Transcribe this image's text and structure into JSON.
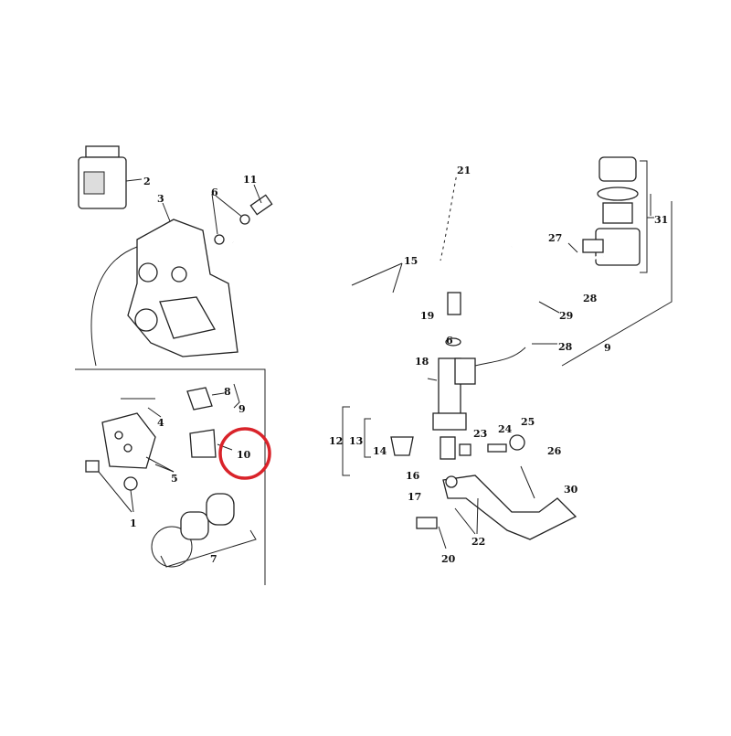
{
  "diagram": {
    "highlight_color": "#d9232a",
    "highlighted_part": "10",
    "callouts": {
      "p1": "1",
      "p2": "2",
      "p3": "3",
      "p4": "4",
      "p5": "5",
      "p6a": "6",
      "p6b": "6",
      "p7": "7",
      "p8": "8",
      "p9a": "9",
      "p9b": "9",
      "p10": "10",
      "p11": "11",
      "p12": "12",
      "p13": "13",
      "p14": "14",
      "p15": "15",
      "p16": "16",
      "p17": "17",
      "p18": "18",
      "p19": "19",
      "p20": "20",
      "p21": "21",
      "p22": "22",
      "p23": "23",
      "p24": "24",
      "p25": "25",
      "p26": "26",
      "p27": "27",
      "p28a": "28",
      "p28b": "28",
      "p29": "29",
      "p30": "30",
      "p31": "31"
    }
  }
}
